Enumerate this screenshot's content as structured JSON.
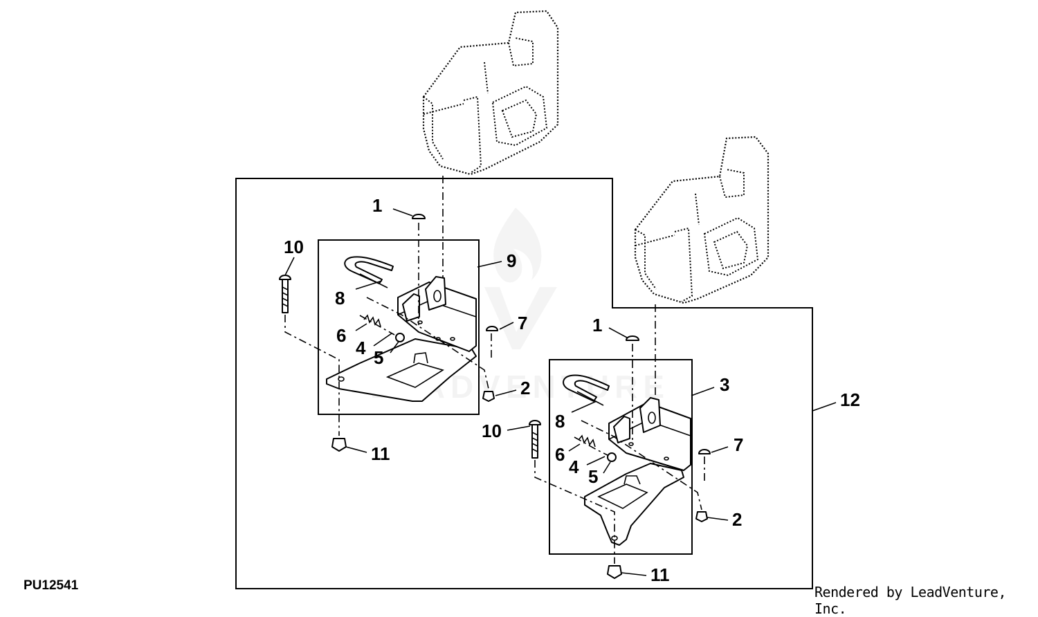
{
  "figure_id": "PU12541",
  "credit": "Rendered by LeadVenture, Inc.",
  "watermark": "LEADVENTURE",
  "callouts": {
    "a1": "1",
    "a2": "2",
    "a4": "4",
    "a5": "5",
    "a6": "6",
    "a7": "7",
    "a8": "8",
    "a9": "9",
    "a10": "10",
    "a11": "11",
    "b1": "1",
    "b2": "2",
    "b3": "3",
    "b4": "4",
    "b5": "5",
    "b6": "6",
    "b7": "7",
    "b8": "8",
    "b10": "10",
    "b11": "11",
    "c12": "12"
  }
}
